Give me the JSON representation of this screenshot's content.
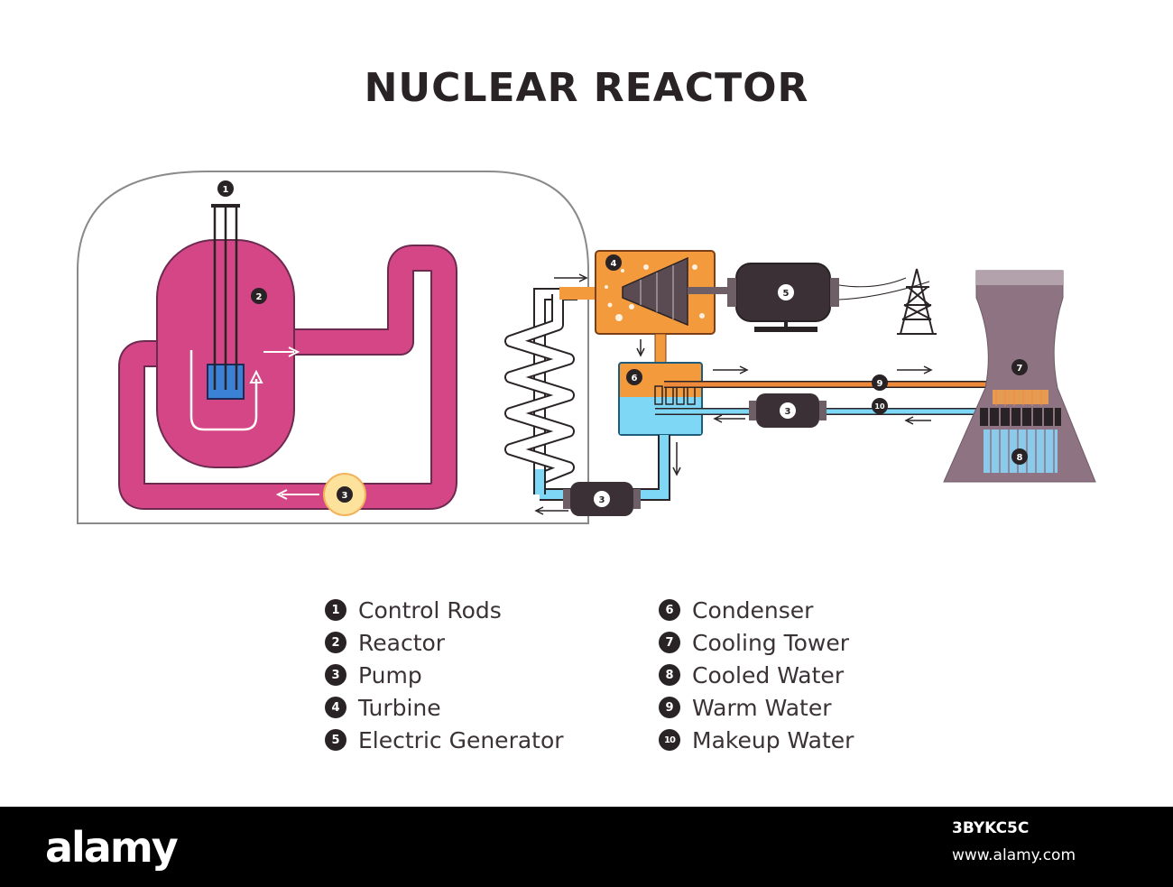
{
  "title": "NUCLEAR REACTOR",
  "markers": [
    "1",
    "2",
    "3",
    "4",
    "5",
    "6",
    "7",
    "8",
    "9",
    "10"
  ],
  "legend_left": [
    {
      "num": "1",
      "label": "Control Rods"
    },
    {
      "num": "2",
      "label": "Reactor"
    },
    {
      "num": "3",
      "label": "Pump"
    },
    {
      "num": "4",
      "label": "Turbine"
    },
    {
      "num": "5",
      "label": "Electric Generator"
    }
  ],
  "legend_right": [
    {
      "num": "6",
      "label": "Condenser"
    },
    {
      "num": "7",
      "label": "Cooling Tower"
    },
    {
      "num": "8",
      "label": "Cooled Water"
    },
    {
      "num": "9",
      "label": "Warm Water"
    },
    {
      "num": "10",
      "label": "Makeup Water"
    }
  ],
  "footer": {
    "brand": "alamy",
    "image_id": "3BYKC5C",
    "site": "www.alamy.com"
  },
  "colors": {
    "reactor": "#d54686",
    "reactor_outline": "#6b2b50",
    "core": "#3b82d6",
    "turbine_box": "#f39a3c",
    "warm_water": "#ee8a3a",
    "cold_water": "#7ed8f5",
    "pump": "#3a3036",
    "pump_primary": "#fde29b",
    "tower": "#8e7382",
    "badge": "#2a2326"
  }
}
